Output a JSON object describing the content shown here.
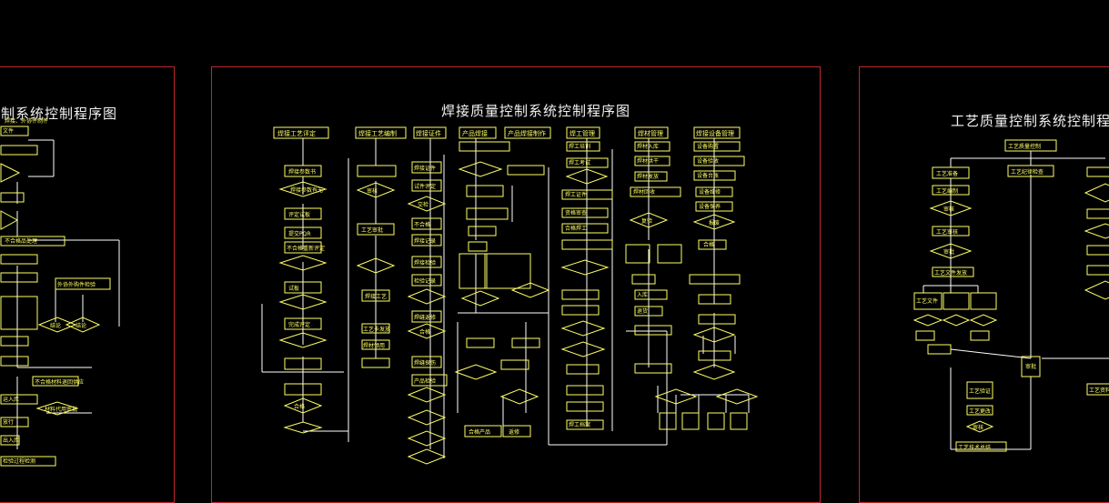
{
  "colors": {
    "background": "#000000",
    "frame": "#c0272d",
    "box": "#ffff66",
    "line": "#ffffff",
    "title": "#f2f2f2"
  },
  "left_sheet": {
    "title": "制系统控制程序图",
    "texts": [
      "焊接、外协件制件",
      "文件",
      "不合格品处理",
      "外协外购件检验",
      "结论",
      "结论",
      "不合格材料退回供应",
      "运入库",
      "材料代用审批",
      "放行",
      "出入库",
      "检验过程检测"
    ]
  },
  "center_sheet": {
    "title": "焊接质量控制系统控制程序图",
    "column_heads": [
      "焊接工艺评定",
      "焊接工艺编制",
      "焊接证件",
      "产品焊接",
      "产品焊接制作",
      "焊工管理",
      "焊材管理",
      "焊接设备管理"
    ],
    "texts": [
      "焊接参数书",
      "焊接参数有无",
      "评定试板",
      "提交PQR",
      "不合格重新评定",
      "试板",
      "完成评定",
      "合格",
      "审核",
      "工艺审批",
      "焊接工艺",
      "工艺卡发放",
      "焊材领用",
      "焊接证件",
      "试件评定",
      "交检",
      "不合格",
      "焊接记录",
      "焊接检验",
      "检验记录",
      "焊缝返修",
      "合格",
      "焊缝探伤",
      "产品检验",
      "合格产品",
      "返修",
      "焊工培训",
      "焊工考试",
      "焊工证件",
      "资格审查",
      "合格焊工",
      "焊工档案",
      "焊材入库",
      "焊材烘干",
      "焊材发放",
      "焊材回收",
      "复验",
      "入库",
      "退货",
      "设备购置",
      "设备验收",
      "设备台账",
      "设备维修",
      "设备保养",
      "合格",
      "报废"
    ]
  },
  "right_sheet": {
    "title": "工艺质量控制系统控制程序图",
    "texts": [
      "工艺质量控制",
      "工艺准备",
      "工艺编制",
      "工艺审核",
      "审核",
      "审批",
      "工艺文件",
      "工艺文件发放",
      "工艺纪律检查",
      "工艺验证",
      "工艺更改",
      "工艺技术总结",
      "审核",
      "审批",
      "工艺资料"
    ]
  }
}
